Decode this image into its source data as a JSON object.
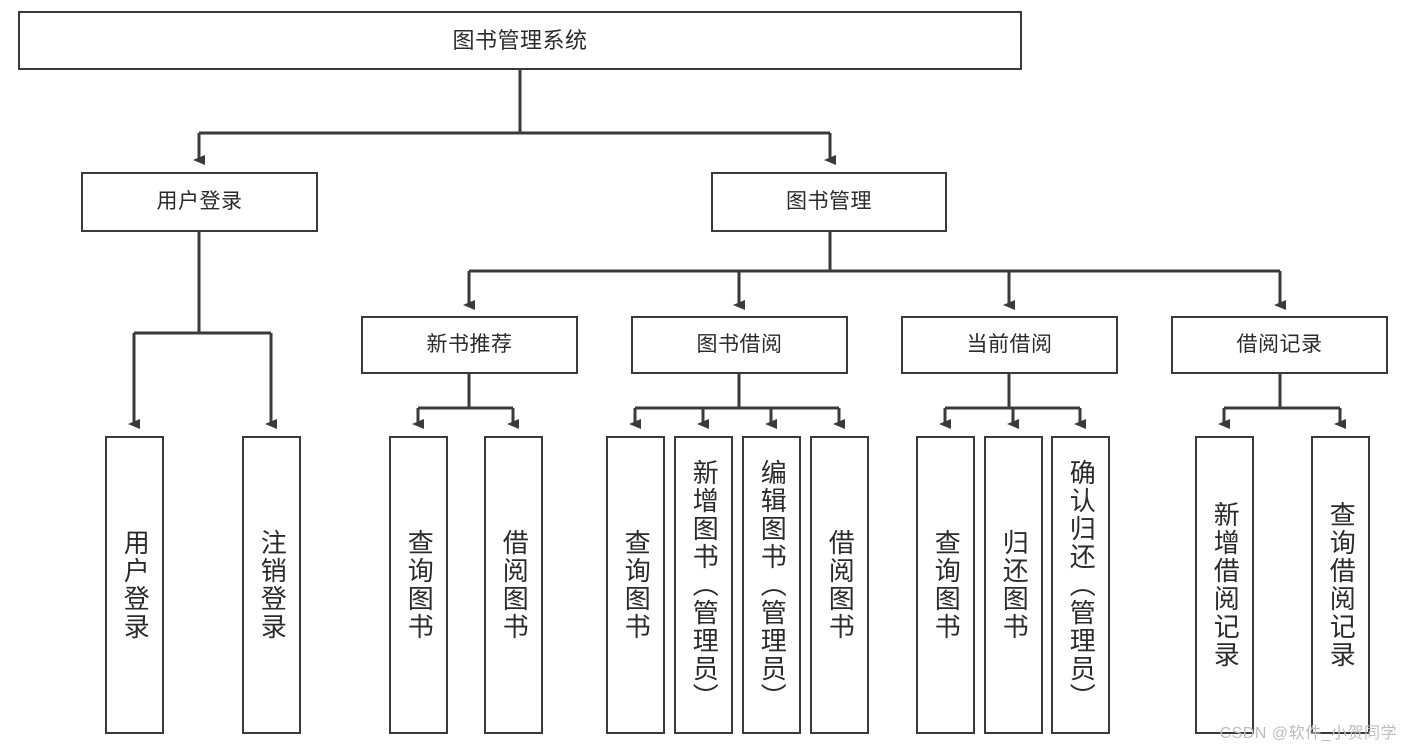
{
  "diagram": {
    "title": "图书管理系统",
    "type": "tree-hierarchy-chart",
    "watermark": "CSDN @软件_小贺同学",
    "colors": {
      "background": "#ffffff",
      "node_border": "#3a3a3a",
      "node_fill": "#ffffff",
      "text": "#2b2b2b",
      "edge": "#3a3a3a",
      "watermark": "#bdbdbd"
    },
    "root": {
      "label": "图书管理系统"
    },
    "level1": [
      {
        "label": "用户登录"
      },
      {
        "label": "图书管理"
      }
    ],
    "level2": [
      {
        "label": "新书推荐"
      },
      {
        "label": "图书借阅"
      },
      {
        "label": "当前借阅"
      },
      {
        "label": "借阅记录"
      }
    ],
    "leaves": {
      "user_login": [
        {
          "label": "用户登录"
        },
        {
          "label": "注销登录"
        }
      ],
      "new_book_recommend": [
        {
          "label": "查询图书"
        },
        {
          "label": "借阅图书"
        }
      ],
      "book_borrow": [
        {
          "label": "查询图书"
        },
        {
          "label": "新增图书（管理员）"
        },
        {
          "label": "编辑图书（管理员）"
        },
        {
          "label": "借阅图书"
        }
      ],
      "current_borrow": [
        {
          "label": "查询图书"
        },
        {
          "label": "归还图书"
        },
        {
          "label": "确认归还（管理员）"
        }
      ],
      "borrow_record": [
        {
          "label": "新增借阅记录"
        },
        {
          "label": "查询借阅记录"
        }
      ]
    }
  }
}
